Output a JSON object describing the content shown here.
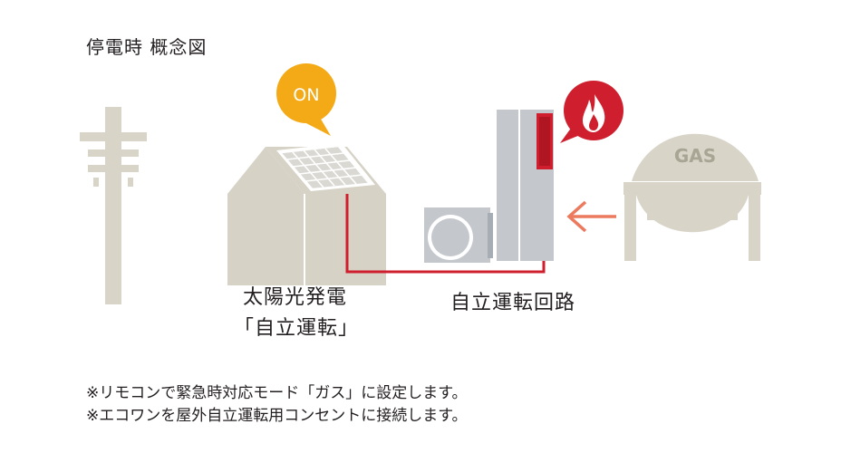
{
  "title": "停電時 概念図",
  "badges": {
    "solar_status": "ON",
    "gas_tank": "GAS"
  },
  "icons": {
    "flame": "flame-icon",
    "arrow": "arrow-left-icon"
  },
  "colors": {
    "structure_gray": "#d8d4c8",
    "house_gray": "#d6d2c6",
    "roof_white": "#ffffff",
    "unit_gray": "#c4c8cd",
    "unit_dark": "#a7adb4",
    "circuit_red": "#cf1f2e",
    "bubble_orange": "#f3aa16",
    "arrow_orange": "#ec7a5e",
    "panel_gray": "#dad8d2"
  },
  "labels": {
    "solar_line1": "太陽光発電",
    "solar_line2": "「自立運転」",
    "circuit": "自立運転回路"
  },
  "notes": [
    "※リモコンで緊急時対応モード「ガス」に設定します。",
    "※エコワンを屋外自立運転用コンセントに接続します。"
  ]
}
